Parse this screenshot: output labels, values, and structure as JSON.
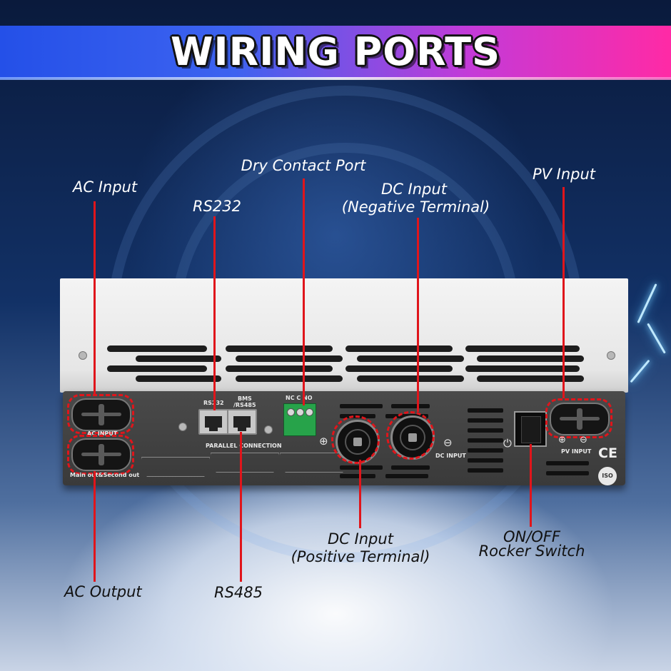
{
  "title": "WIRING PORTS",
  "labels": {
    "ac_input": "AC Input",
    "rs232": "RS232",
    "dry_contact": "Dry Contact Port",
    "dc_negative_line1": "DC Input",
    "dc_negative_line2": "(Negative Terminal)",
    "pv_input": "PV Input",
    "ac_output": "AC Output",
    "rs485": "RS485",
    "dc_positive_line1": "DC Input",
    "dc_positive_line2": "(Positive Terminal)",
    "switch_line1": "ON/OFF",
    "switch_line2": "Rocker Switch"
  },
  "panel_markings": {
    "ac_input": "AC INPUT",
    "main_out": "Main out&Second out",
    "rs232": "RS232",
    "bms_line1": "BMS",
    "bms_line2": "/RS485",
    "dry_contact": "NC C NO",
    "parallel": "PARALLEL CONNECTION",
    "dc_input": "DC INPUT",
    "pv_input": "PV INPUT",
    "plus": "⊕",
    "minus": "⊖",
    "power": "⏻",
    "ce": "CE",
    "iso": "ISO"
  },
  "colors": {
    "accent_line": "#e0151b",
    "banner_left": "#2450e8",
    "banner_right": "#ff2aa5"
  }
}
